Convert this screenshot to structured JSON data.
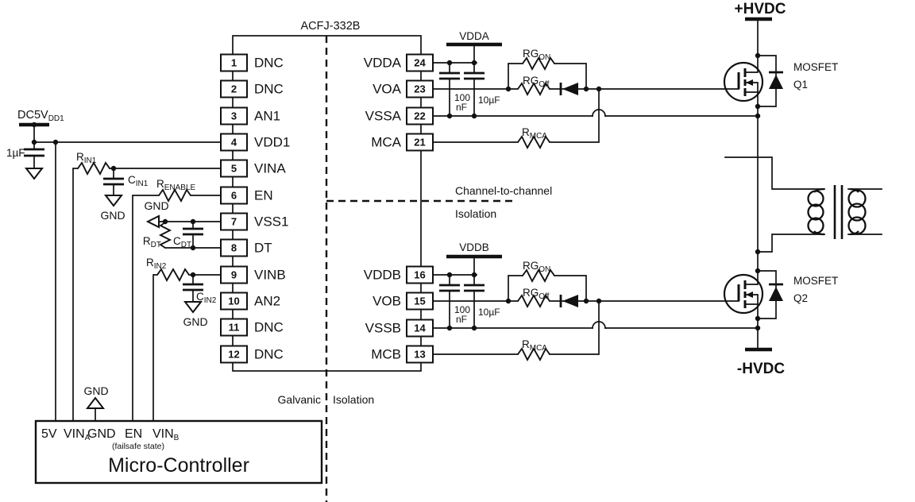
{
  "ic": {
    "title": "ACFJ-332B",
    "left_pins": [
      {
        "num": "1",
        "name": "DNC"
      },
      {
        "num": "2",
        "name": "DNC"
      },
      {
        "num": "3",
        "name": "AN1"
      },
      {
        "num": "4",
        "name": "VDD1"
      },
      {
        "num": "5",
        "name": "VINA"
      },
      {
        "num": "6",
        "name": "EN"
      },
      {
        "num": "7",
        "name": "VSS1"
      },
      {
        "num": "8",
        "name": "DT"
      },
      {
        "num": "9",
        "name": "VINB"
      },
      {
        "num": "10",
        "name": "AN2"
      },
      {
        "num": "11",
        "name": "DNC"
      },
      {
        "num": "12",
        "name": "DNC"
      }
    ],
    "right_pins_a": [
      {
        "num": "24",
        "name": "VDDA"
      },
      {
        "num": "23",
        "name": "VOA"
      },
      {
        "num": "22",
        "name": "VSSA"
      },
      {
        "num": "21",
        "name": "MCA"
      }
    ],
    "right_pins_b": [
      {
        "num": "16",
        "name": "VDDB"
      },
      {
        "num": "15",
        "name": "VOB"
      },
      {
        "num": "14",
        "name": "VSSB"
      },
      {
        "num": "13",
        "name": "MCB"
      }
    ]
  },
  "labels": {
    "gnd": "GND"
  },
  "supply": {
    "dc5v_main": "DC5V",
    "dc5v_sub": "DD1",
    "cap_1uf": "1µF"
  },
  "input_network": {
    "rin1_main": "R",
    "rin1_sub": "IN1",
    "cin1_main": "C",
    "cin1_sub": "IN1",
    "renable_main": "R",
    "renable_sub": "ENABLE",
    "rdt_main": "R",
    "rdt_sub": "DT",
    "cdt_main": "C",
    "cdt_sub": "DT",
    "rin2_main": "R",
    "rin2_sub": "IN2",
    "cin2_main": "C",
    "cin2_sub": "IN2"
  },
  "channel_a": {
    "rail": "VDDA",
    "cap_nf_1": "100",
    "cap_nf_2": "nF",
    "cap_uf": "10µF",
    "rg_on_main": "RG",
    "rg_on_sub": "ON",
    "rg_off_main": "RG",
    "rg_off_sub": "Off",
    "r_mc_main": "R",
    "r_mc_sub": "MCA",
    "mosfet": "MOSFET",
    "q": "Q1",
    "hv_rail": "+HVDC"
  },
  "channel_b": {
    "rail": "VDDB",
    "cap_nf_1": "100",
    "cap_nf_2": "nF",
    "cap_uf": "10µF",
    "rg_on_main": "RG",
    "rg_on_sub": "ON",
    "rg_off_main": "RG",
    "rg_off_sub": "Off",
    "r_mc_main": "R",
    "r_mc_sub": "MCA",
    "mosfet": "MOSFET",
    "q": "Q2",
    "hv_rail": "-HVDC"
  },
  "isolation": {
    "galvanic_word1": "Galvanic",
    "galvanic_word2": "Isolation",
    "c2c_line1": "Channel-to-channel",
    "c2c_line2": "Isolation"
  },
  "mcu": {
    "name": "Micro-Controller",
    "failsafe_note": "(failsafe state)",
    "t_5v": "5V",
    "t_vin_a_main": "VIN",
    "t_vin_a_sub": "A",
    "t_gnd": "GND",
    "t_en": "EN",
    "t_vin_b_main": "VIN",
    "t_vin_b_sub": "B"
  }
}
